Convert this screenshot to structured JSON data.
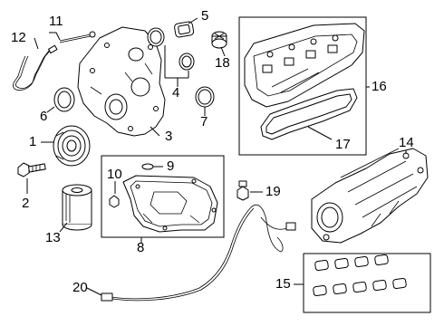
{
  "callouts": {
    "c1": "1",
    "c2": "2",
    "c3": "3",
    "c4": "4",
    "c5": "5",
    "c6": "6",
    "c7": "7",
    "c8": "8",
    "c9": "9",
    "c10": "10",
    "c11": "11",
    "c12": "12",
    "c13": "13",
    "c14": "14",
    "c15": "15",
    "c16": "16",
    "c17": "17",
    "c18": "18",
    "c19": "19",
    "c20": "20"
  },
  "colors": {
    "line": "#000000",
    "background": "#ffffff",
    "part_fill": "#ffffff"
  }
}
